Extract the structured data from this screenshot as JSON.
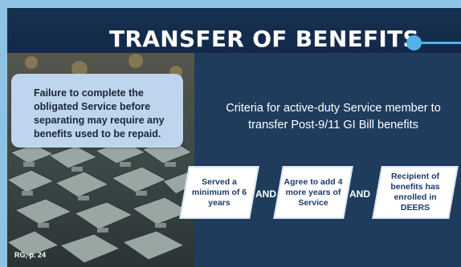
{
  "title": "TRANSFER OF BENEFITS",
  "note": "Failure to complete the obligated Service before separating may require any benefits used to be repaid.",
  "criteria_heading": "Criteria for active-duty Service member to transfer Post-9/11 GI Bill benefits",
  "criteria": [
    "Served a minimum of 6 years",
    "Agree to add 4 more years of Service",
    "Recipient of benefits has enrolled in DEERS"
  ],
  "connector": "AND",
  "source": "RG, p. 24",
  "colors": {
    "accent": "#53b1ea",
    "background": "#1f3c5d",
    "note_box": "#bfd5ee"
  }
}
